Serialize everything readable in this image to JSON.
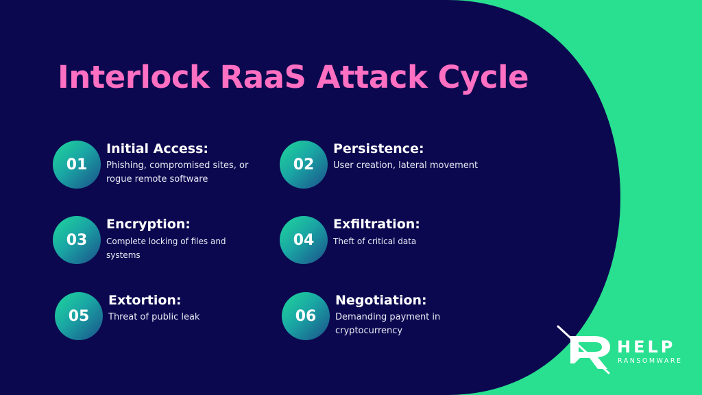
{
  "title": "Interlock RaaS Attack Cycle",
  "colors": {
    "background_green": "#28e08f",
    "panel_navy": "#0c0850",
    "title_pink": "#ff6fc2",
    "badge_gradient": [
      "#1fd89a",
      "#1aa6a4",
      "#1b4f8a"
    ]
  },
  "steps": [
    {
      "number": "01",
      "title": "Initial Access:",
      "description": "Phishing, compromised sites, or rogue remote software"
    },
    {
      "number": "02",
      "title": "Persistence:",
      "description": "User creation, lateral movement"
    },
    {
      "number": "03",
      "title": "Encryption:",
      "description": "Complete locking of files and systems"
    },
    {
      "number": "04",
      "title": "Exfiltration:",
      "description": "Theft of critical data"
    },
    {
      "number": "05",
      "title": "Extortion:",
      "description": "Threat of public leak"
    },
    {
      "number": "06",
      "title": "Negotiation:",
      "description": "Demanding payment in cryptocurrency"
    }
  ],
  "logo": {
    "icon": "stylized-r-logo-icon",
    "word": "HELP",
    "subtitle": "RANSOMWARE"
  }
}
